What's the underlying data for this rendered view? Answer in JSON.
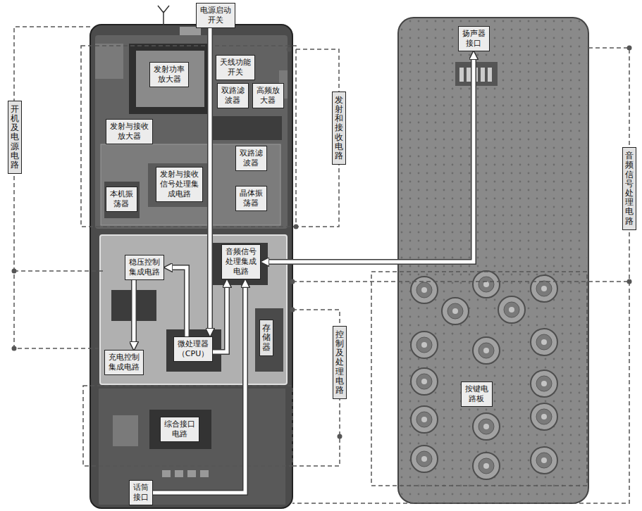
{
  "diagram": {
    "nodes": [
      {
        "text": [
          "电源启动开关"
        ]
      },
      {
        "text": [
          "发射功率放大器"
        ]
      },
      {
        "text": [
          "天线功能开关"
        ]
      },
      {
        "text": [
          "双路滤波器"
        ]
      },
      {
        "text": [
          "高频放大器"
        ]
      },
      {
        "text": [
          "发射与接收放大器"
        ]
      },
      {
        "text": [
          "双路滤波器"
        ]
      },
      {
        "text": [
          "发射与接收信号处理集成电路"
        ]
      },
      {
        "text": [
          "本机振荡器"
        ]
      },
      {
        "text": [
          "晶体振荡器"
        ]
      },
      {
        "text": [
          "开机及电源电路"
        ]
      },
      {
        "text": [
          "发射和接收电路"
        ]
      },
      {
        "text": [
          "稳压控制集成电路"
        ]
      },
      {
        "text": [
          "音频信号处理集成电路"
        ]
      },
      {
        "text": [
          "存储器"
        ]
      },
      {
        "text": [
          "充电控制集成电路"
        ]
      },
      {
        "text": [
          "微处理器（CPU）"
        ]
      },
      {
        "text": [
          "综合接口电路"
        ]
      },
      {
        "text": [
          "话筒接口"
        ]
      },
      {
        "text": [
          "控制及处理电路"
        ]
      },
      {
        "text": [
          "扬声器接口"
        ]
      },
      {
        "text": [
          "音频信号处理电路"
        ]
      },
      {
        "text": [
          "按键电路板"
        ]
      }
    ],
    "edges": [
      {
        "from": 0,
        "to": 16,
        "arrow": "to"
      },
      {
        "from": 20,
        "to": 13,
        "arrow": "both"
      },
      {
        "from": 16,
        "to": 12,
        "arrow": "to"
      },
      {
        "from": 12,
        "to": 15,
        "arrow": "to"
      },
      {
        "from": 16,
        "to": 13,
        "arrow": "to"
      },
      {
        "from": 18,
        "to": 13,
        "arrow": "to"
      }
    ]
  }
}
